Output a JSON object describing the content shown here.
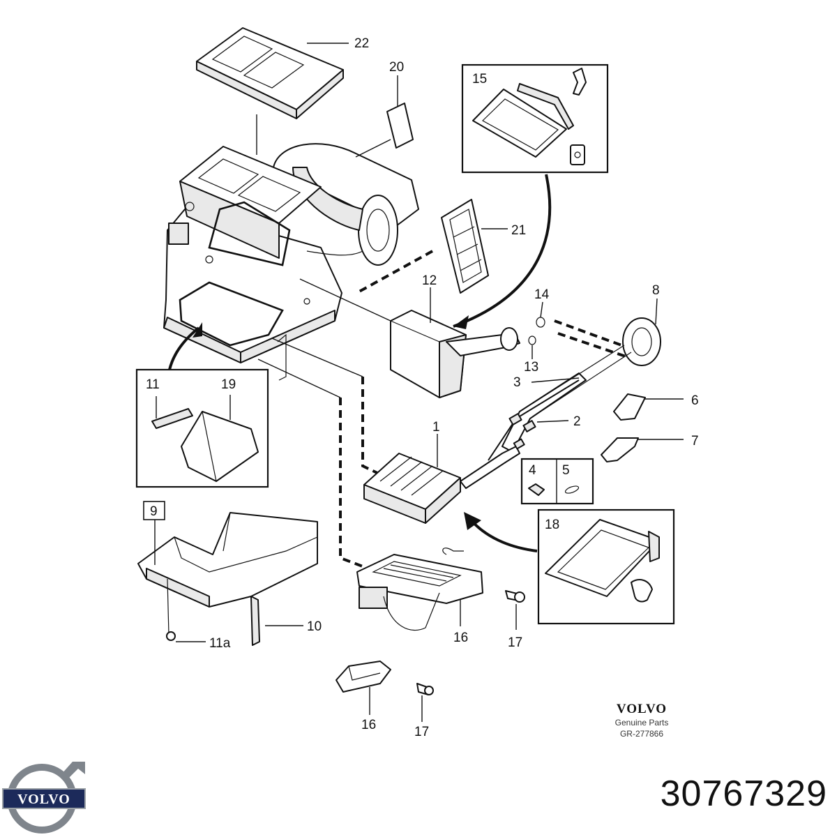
{
  "labels": {
    "p22": "22",
    "p20": "20",
    "p15": "15",
    "p21": "21",
    "p12": "12",
    "p14": "14",
    "p8": "8",
    "p13": "13",
    "p3": "3",
    "p6": "6",
    "p2": "2",
    "p7": "7",
    "p1": "1",
    "p4": "4",
    "p5": "5",
    "p11": "11",
    "p19": "19",
    "p9": "9",
    "p18": "18",
    "p10": "10",
    "p11a": "11a",
    "p16a": "16",
    "p17a": "17",
    "p16b": "16",
    "p17b": "17"
  },
  "brand": {
    "wordmark": "VOLVO",
    "subtitle": "Genuine Parts",
    "diagram_ref": "GR-277866",
    "logo_text": "VOLVO"
  },
  "part_number": "30767329",
  "colors": {
    "ink": "#111111",
    "logo_steel": "#7f858c",
    "logo_blue": "#1c2a5a"
  }
}
